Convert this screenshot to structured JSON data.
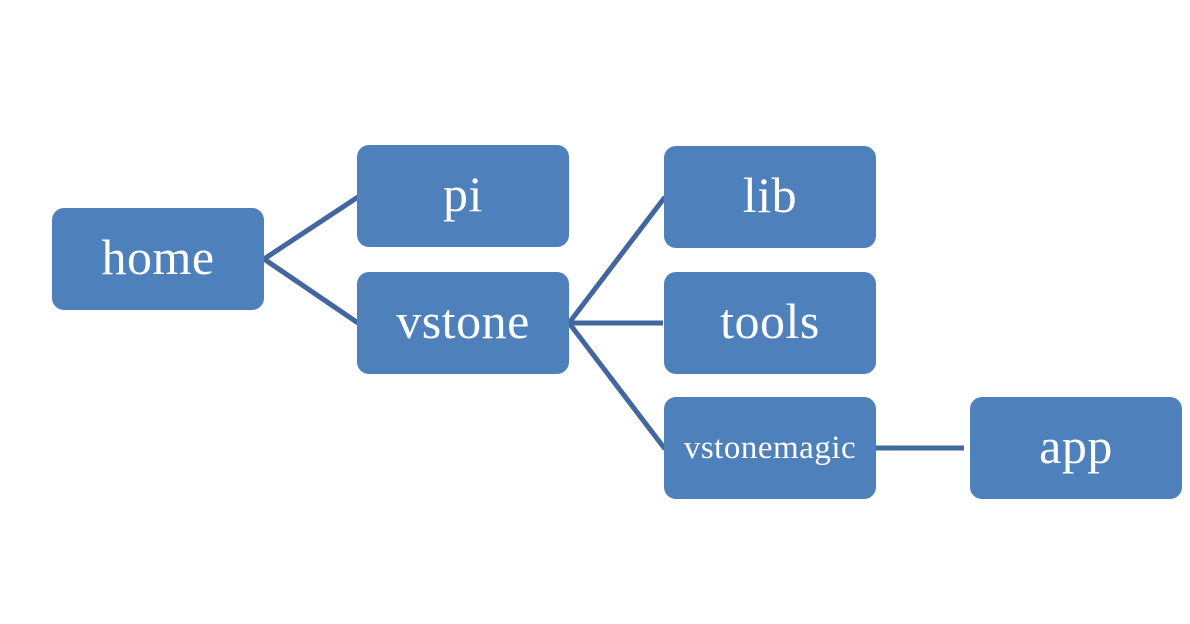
{
  "diagram": {
    "type": "horizontal-hierarchy-tree",
    "colors": {
      "background": "#FFFFFF",
      "node-fill": "#4E80BC",
      "connector": "#41679E",
      "node-text": "#FFFFFF"
    },
    "nodes": {
      "home": {
        "label": "home"
      },
      "pi": {
        "label": "pi"
      },
      "vstone": {
        "label": "vstone"
      },
      "lib": {
        "label": "lib"
      },
      "tools": {
        "label": "tools"
      },
      "vstonemagic": {
        "label": "vstonemagic"
      },
      "app": {
        "label": "app"
      }
    },
    "edges": [
      {
        "from": "home",
        "to": "pi"
      },
      {
        "from": "home",
        "to": "vstone"
      },
      {
        "from": "vstone",
        "to": "lib"
      },
      {
        "from": "vstone",
        "to": "tools"
      },
      {
        "from": "vstone",
        "to": "vstonemagic"
      },
      {
        "from": "vstonemagic",
        "to": "app"
      }
    ]
  }
}
